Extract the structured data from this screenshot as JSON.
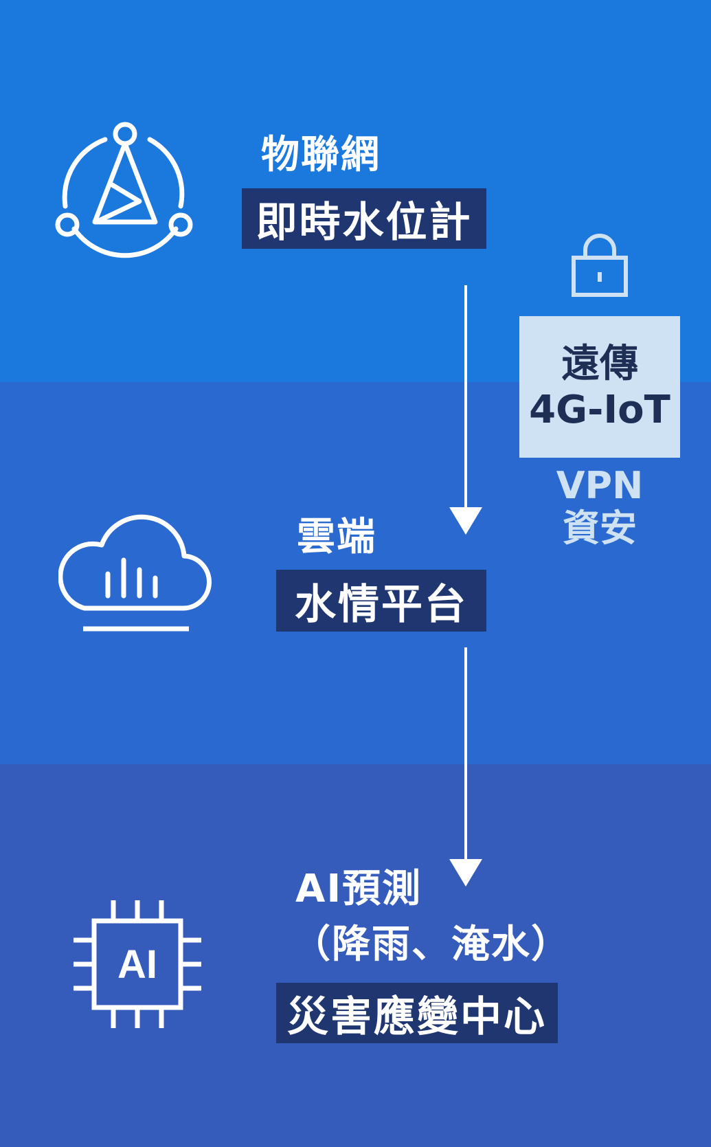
{
  "colors": {
    "band_iot": "#1b78dd",
    "band_cloud": "#2a6ad0",
    "band_ai": "#355bbb",
    "label_box": "#1f3670",
    "remote_box": "#cfe2f3",
    "remote_text": "#1e2f55"
  },
  "stages": {
    "iot": {
      "title": "物聯網",
      "label": "即時水位計",
      "icon": "network-tower-icon"
    },
    "cloud": {
      "title": "雲端",
      "label": "水情平台",
      "icon": "cloud-chart-icon"
    },
    "ai": {
      "title_line1": "AI預測",
      "title_line2": "（降雨、淹水）",
      "label": "災害應變中心",
      "icon": "ai-chip-icon",
      "chip_text": "AI"
    }
  },
  "transmission": {
    "icon": "lock-icon",
    "line1": "遠傳",
    "line2": "4G-IoT",
    "security_line1": "VPN",
    "security_line2": "資安"
  }
}
